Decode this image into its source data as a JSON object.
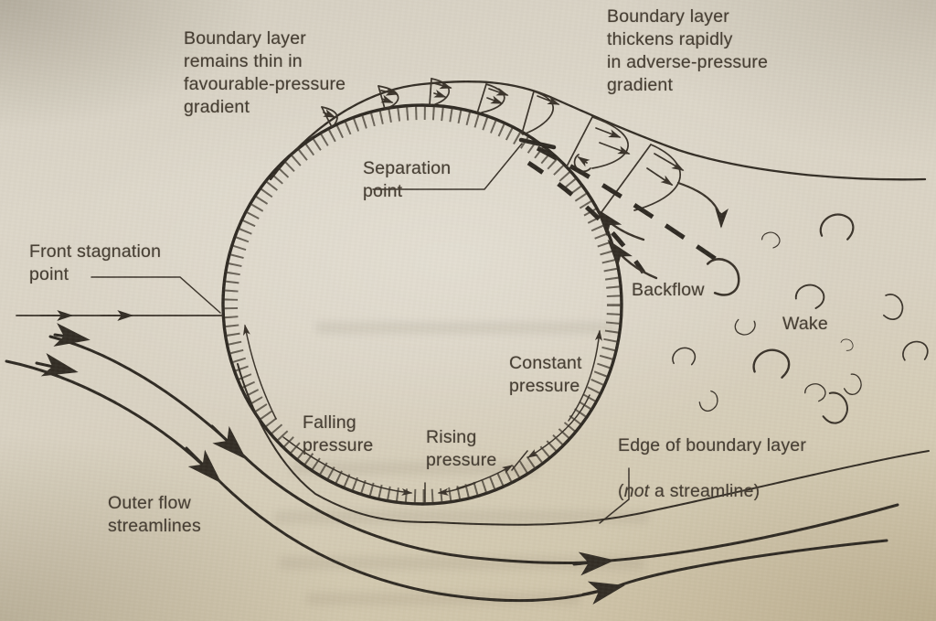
{
  "figure": {
    "type": "diagram",
    "subject": "Boundary layer separation of flow past a circular cylinder",
    "colors": {
      "ink": "#3a332a",
      "paper": "#d9d2c2"
    },
    "labels": {
      "bl_thin": "Boundary layer\nremains thin in\nfavourable-pressure\ngradient",
      "bl_thick": "Boundary layer\nthickens rapidly\nin adverse-pressure\ngradient",
      "separation": "Separation\npoint",
      "front_stagnation": "Front stagnation\npoint",
      "backflow": "Backflow",
      "wake": "Wake",
      "constant_pressure": "Constant\npressure",
      "falling_pressure": "Falling\npressure",
      "rising_pressure": "Rising\npressure",
      "edge_line1": "Edge of boundary layer",
      "edge_open": "(",
      "edge_not": "not",
      "edge_rest": " a streamline)",
      "outer_flow": "Outer flow\nstreamlines"
    }
  }
}
